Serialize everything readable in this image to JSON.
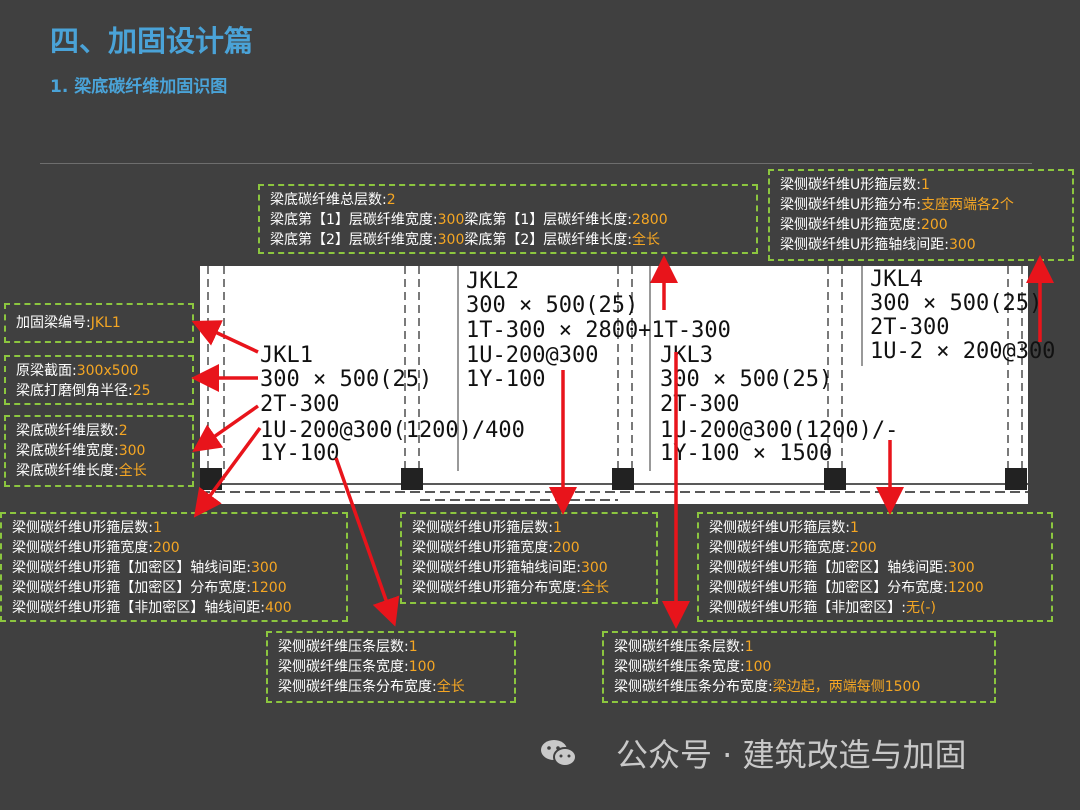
{
  "header": {
    "title": "四、加固设计篇",
    "subtitle": "1. 梁底碳纤维加固识图"
  },
  "box_top_center": {
    "l1": "梁底碳纤维总层数:",
    "v1": "2",
    "l2a": "梁底第【1】层碳纤维宽度:",
    "v2a": "300",
    "l2b": "梁底第【1】层碳纤维长度:",
    "v2b": "2800",
    "l3a": "梁底第【2】层碳纤维宽度:",
    "v3a": "300",
    "l3b": "梁底第【2】层碳纤维长度:",
    "v3b": "全长"
  },
  "box_top_right": {
    "l1": "梁侧碳纤维U形箍层数:",
    "v1": "1",
    "l2": "梁侧碳纤维U形箍分布:",
    "v2": "支座两端各2个",
    "l3": "梁侧碳纤维U形箍宽度:",
    "v3": "200",
    "l4": "梁侧碳纤维U形箍轴线间距:",
    "v4": "300"
  },
  "box_beam_id": {
    "l1": "加固梁编号:",
    "v1": "JKL1"
  },
  "box_section": {
    "l1": "原梁截面:",
    "v1": "300x500",
    "l2": "梁底打磨倒角半径:",
    "v2": "25"
  },
  "box_bottom_cf": {
    "l1": "梁底碳纤维层数:",
    "v1": "2",
    "l2": "梁底碳纤维宽度:",
    "v2": "300",
    "l3": "梁底碳纤维长度:",
    "v3": "全长"
  },
  "box_u_left": {
    "l1": "梁侧碳纤维U形箍层数:",
    "v1": "1",
    "l2": "梁侧碳纤维U形箍宽度:",
    "v2": "200",
    "l3": "梁侧碳纤维U形箍【加密区】轴线间距:",
    "v3": "300",
    "l4": "梁侧碳纤维U形箍【加密区】分布宽度:",
    "v4": "1200",
    "l5": "梁侧碳纤维U形箍【非加密区】轴线间距:",
    "v5": "400"
  },
  "box_u_mid": {
    "l1": "梁侧碳纤维U形箍层数:",
    "v1": "1",
    "l2": "梁侧碳纤维U形箍宽度:",
    "v2": "200",
    "l3": "梁侧碳纤维U形箍轴线间距:",
    "v3": "300",
    "l4": "梁侧碳纤维U形箍分布宽度:",
    "v4": "全长"
  },
  "box_u_right": {
    "l1": "梁侧碳纤维U形箍层数:",
    "v1": "1",
    "l2": "梁侧碳纤维U形箍宽度:",
    "v2": "200",
    "l3": "梁侧碳纤维U形箍【加密区】轴线间距:",
    "v3": "300",
    "l4": "梁侧碳纤维U形箍【加密区】分布宽度:",
    "v4": "1200",
    "l5": "梁侧碳纤维U形箍【非加密区】:",
    "v5": "无(-)"
  },
  "box_strip_left": {
    "l1": "梁侧碳纤维压条层数:",
    "v1": "1",
    "l2": "梁侧碳纤维压条宽度:",
    "v2": "100",
    "l3": "梁侧碳纤维压条分布宽度:",
    "v3": "全长"
  },
  "box_strip_right": {
    "l1": "梁侧碳纤维压条层数:",
    "v1": "1",
    "l2": "梁侧碳纤维压条宽度:",
    "v2": "100",
    "l3": "梁侧碳纤维压条分布宽度:",
    "v3": "梁边起，两端每侧1500"
  },
  "drawing": {
    "jkl1": [
      "JKL1",
      "300 × 500(25)",
      "2T-300",
      "1U-200@300(1200)/400",
      "1Y-100"
    ],
    "jkl2": [
      "JKL2",
      "300 × 500(25)",
      "1T-300 × 2800+1T-300",
      "1U-200@300",
      "1Y-100"
    ],
    "jkl3": [
      "JKL3",
      "300 × 500(25)",
      "2T-300",
      "1U-200@300(1200)/-",
      "1Y-100 × 1500"
    ],
    "jkl4": [
      "JKL4",
      "300 × 500(25)",
      "2T-300",
      "1U-2 × 200@300"
    ]
  },
  "watermark": {
    "text": "公众号 · 建筑改造与加固",
    "icon": "wechat-icon"
  },
  "colors": {
    "accent": "#4aa3d8",
    "value": "#f5a623",
    "box_border": "#8cc63f",
    "arrow": "#e8141b"
  }
}
